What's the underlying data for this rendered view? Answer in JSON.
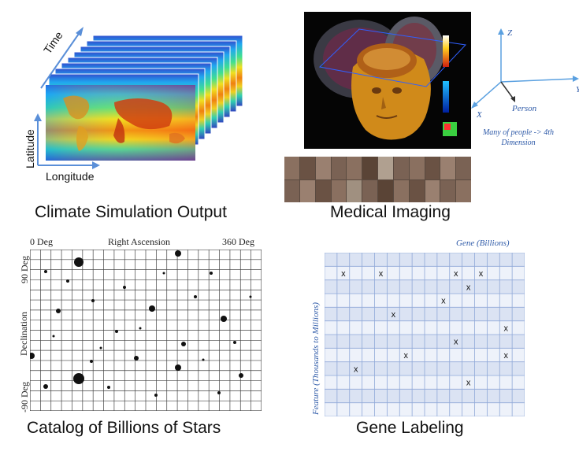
{
  "climate": {
    "caption": "Climate Simulation Output",
    "axis_time": "Time",
    "axis_latitude": "Latitude",
    "axis_longitude": "Longitude"
  },
  "medical": {
    "caption": "Medical Imaging",
    "axis_z": "Z",
    "axis_x": "X",
    "axis_y": "Y",
    "person_label": "Person",
    "note": "Many of people -> 4th Dimension"
  },
  "stars": {
    "caption": "Catalog of Billions of Stars",
    "right_ascension": "Right Ascension",
    "deg_left": "0 Deg",
    "deg_right": "360 Deg",
    "declination": "Declination",
    "deg_top": "90 Deg",
    "deg_bottom": "-90 Deg"
  },
  "gene": {
    "caption": "Gene Labeling",
    "top_label": "Gene (Billions)",
    "side_label": "Feature (Thousands to Millions)",
    "mark": "x",
    "colors": {
      "grid_line": "#8fa8d8",
      "band": "#dbe3f3",
      "label": "#2e5aa8"
    },
    "marks_table": {
      "rows": 12,
      "cols": 16,
      "marked": [
        [
          1,
          1
        ],
        [
          1,
          4
        ],
        [
          1,
          10
        ],
        [
          1,
          12
        ],
        [
          2,
          11
        ],
        [
          3,
          9
        ],
        [
          4,
          5
        ],
        [
          5,
          14
        ],
        [
          6,
          10
        ],
        [
          7,
          6
        ],
        [
          7,
          14
        ],
        [
          8,
          2
        ],
        [
          9,
          11
        ]
      ]
    }
  }
}
